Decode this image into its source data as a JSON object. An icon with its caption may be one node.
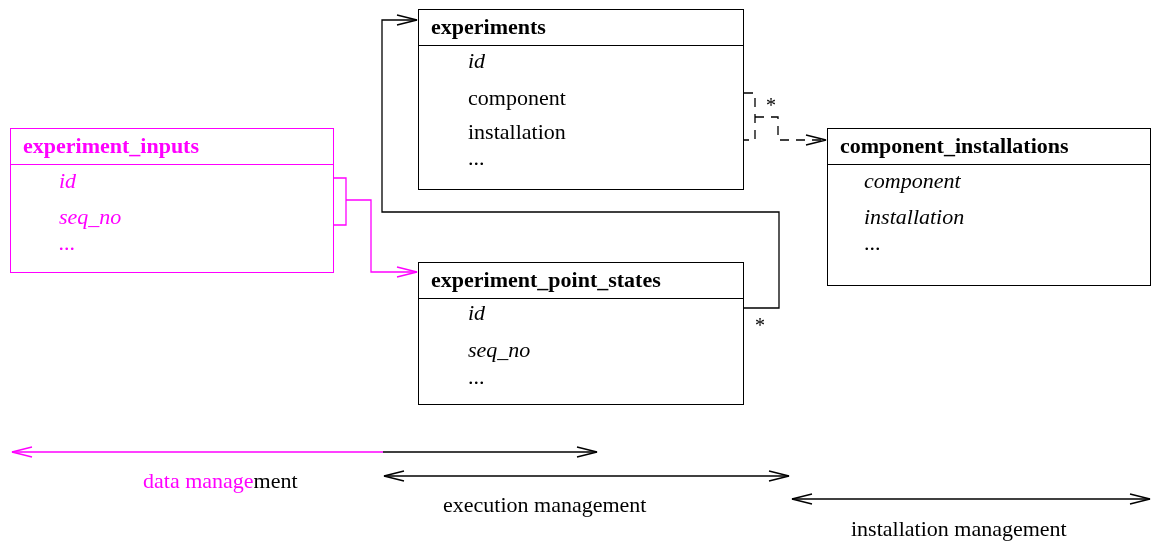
{
  "diagram": {
    "nodes": [
      {
        "text": [
          "experiments",
          "id",
          "component",
          "installation",
          "..."
        ]
      },
      {
        "text": [
          "experiment_inputs",
          "id",
          "seq_no",
          "..."
        ]
      },
      {
        "text": [
          "component_installations",
          "component",
          "installation",
          "..."
        ]
      },
      {
        "text": [
          "experiment_point_states",
          "id",
          "seq_no",
          "..."
        ]
      }
    ],
    "edges": [
      {
        "from": 1,
        "to": 3,
        "arrow": "to",
        "color": "#ff00ff"
      },
      {
        "from": 3,
        "to": 0,
        "arrow": "to",
        "label": "*"
      },
      {
        "from": 0,
        "to": 2,
        "arrow": "to",
        "style": "dashed",
        "label": "*"
      }
    ],
    "labels": [
      "data management",
      "execution management",
      "installation management"
    ]
  }
}
